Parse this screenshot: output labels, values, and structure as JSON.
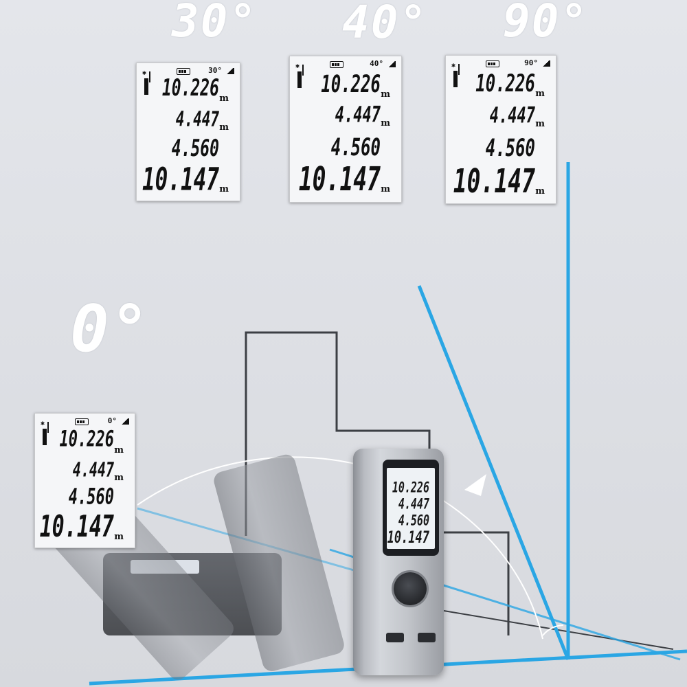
{
  "angles": {
    "a30": "30°",
    "a40": "40°",
    "a90": "90°",
    "a0": "0°"
  },
  "displays": [
    {
      "angle": "30°",
      "line1": "10.226",
      "line2": "4.447",
      "line3": "4.560",
      "line4": "10.147",
      "unit": "m"
    },
    {
      "angle": "40°",
      "line1": "10.226",
      "line2": "4.447",
      "line3": "4.560",
      "line4": "10.147",
      "unit": "m"
    },
    {
      "angle": "90°",
      "line1": "10.226",
      "line2": "4.447",
      "line3": "4.560",
      "line4": "10.147",
      "unit": "m"
    },
    {
      "angle": "0°",
      "line1": "10.226",
      "line2": "4.447",
      "line3": "4.560",
      "line4": "10.147",
      "unit": "m"
    }
  ],
  "device_screen": {
    "line1": "10.226",
    "line2": "4.447",
    "line3": "4.560",
    "line4": "10.147"
  },
  "colors": {
    "laser": "#2aa6e4",
    "outline": "#3c3f44",
    "arc": "#ffffff",
    "background": "#e0e2e7"
  }
}
